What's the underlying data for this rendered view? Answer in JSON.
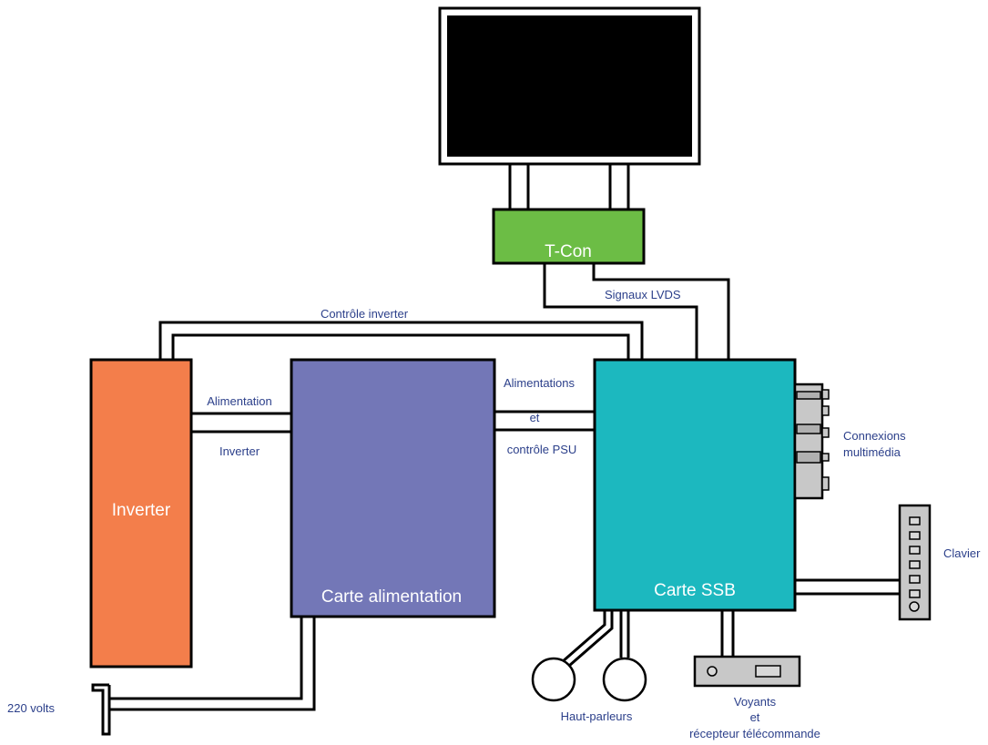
{
  "blocks": {
    "tcon": "T-Con",
    "inverter": "Inverter",
    "power_board": "Carte alimentation",
    "ssb_board": "Carte SSB"
  },
  "labels": {
    "inverter_control": "Contrôle inverter",
    "lvds_signals": "Signaux LVDS",
    "power_supply": "Alimentation",
    "inverter": "Inverter",
    "supplies": "Alimentations",
    "and": "et",
    "psu_control": "contrôle PSU",
    "multimedia_line1": "Connexions",
    "multimedia_line2": "multimédia",
    "keyboard": "Clavier",
    "mains": "220 volts",
    "speakers": "Haut-parleurs",
    "leds_line1": "Voyants",
    "leds_line2": "et",
    "leds_line3": "récepteur télécommande"
  },
  "colors": {
    "tcon": "#6cbd45",
    "inverter": "#f37e4b",
    "power_board": "#7377b7",
    "ssb_board": "#1cb8bf",
    "screen": "#000000",
    "label_text": "#2b3f8a"
  }
}
